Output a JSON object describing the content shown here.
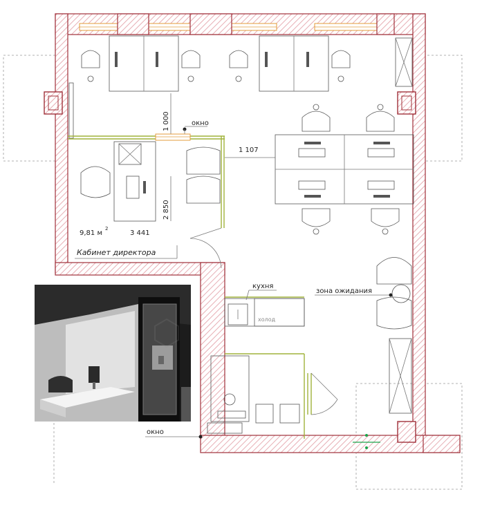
{
  "labels": {
    "dim_top": "1 000",
    "window_top": "окно",
    "dim_right": "1 107",
    "dim_vertical": "2 850",
    "area": "9,81 м",
    "area_sup": "2",
    "dim_width": "3 441",
    "room_name": "Кабинет директора",
    "kitchen": "кухня",
    "fridge": "холод",
    "waiting": "зона ожидания",
    "window_bottom": "окно"
  },
  "colors": {
    "wall_stroke": "#a0303a",
    "wall_hatch": "#e7aeb4",
    "accent_green": "#9fb23a",
    "orange": "#e39b3b"
  }
}
